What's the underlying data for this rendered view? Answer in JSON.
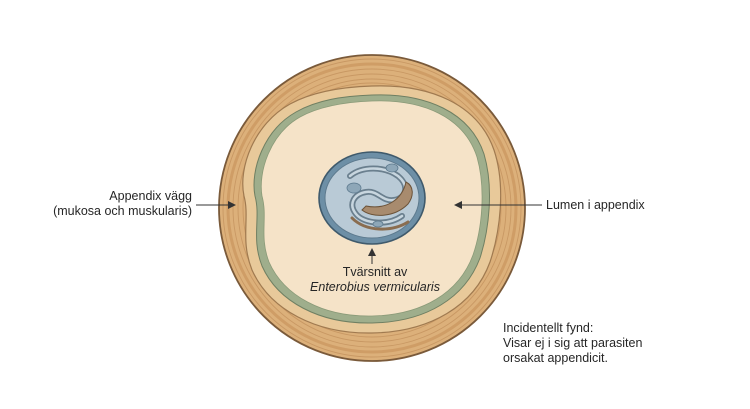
{
  "labels": {
    "wall_line1": "Appendix vägg",
    "wall_line2": "(mukosa och muskularis)",
    "lumen": "Lumen i appendix",
    "section_line1": "Tvärsnitt av",
    "section_line2": "Enterobius vermicularis",
    "note_line1": "Incidentellt fynd:",
    "note_line2": "Visar ej i sig att parasiten",
    "note_line3": "orsakat appendicit."
  },
  "colors": {
    "outer_wall": "#dcb07a",
    "outer_wall_edge": "#7a5a3a",
    "muscle_band": "#c9955e",
    "submucosa": "#e8c99a",
    "mucosa": "#9fae8c",
    "lumen": "#f5e3c8",
    "parasite_outer": "#6d8fa6",
    "parasite_inner": "#b9cad6",
    "parasite_body": "#a88b6e",
    "arrow": "#333333"
  }
}
